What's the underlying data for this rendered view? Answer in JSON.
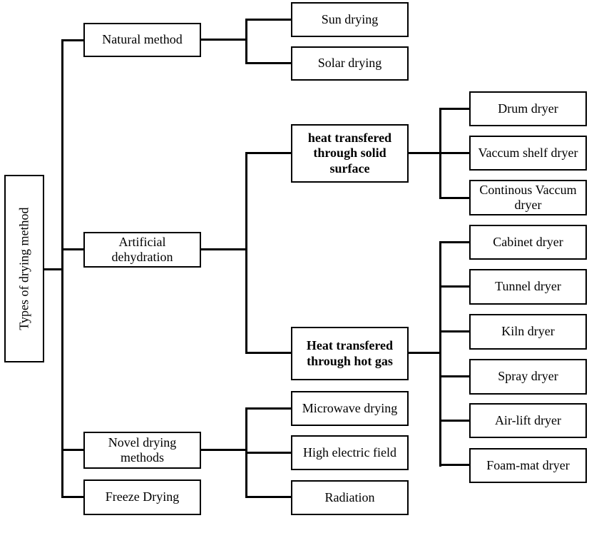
{
  "colors": {
    "background": "#ffffff",
    "line": "#000000",
    "text": "#000000"
  },
  "tree": {
    "label": "Types of drying method",
    "children": [
      {
        "label": "Natural method",
        "children": [
          {
            "label": "Sun drying"
          },
          {
            "label": "Solar drying"
          }
        ]
      },
      {
        "label": "Artificial dehydration",
        "children": [
          {
            "label": "heat transfered through solid surface",
            "bold": true,
            "children": [
              {
                "label": "Drum dryer"
              },
              {
                "label": "Vaccum shelf dryer"
              },
              {
                "label": "Continous Vaccum dryer"
              }
            ]
          },
          {
            "label": "Heat transfered through hot gas",
            "bold": true,
            "children": [
              {
                "label": "Cabinet dryer"
              },
              {
                "label": "Tunnel dryer"
              },
              {
                "label": "Kiln dryer"
              },
              {
                "label": "Spray dryer"
              },
              {
                "label": "Air-lift dryer"
              },
              {
                "label": "Foam-mat dryer"
              }
            ]
          }
        ]
      },
      {
        "label": "Novel drying methods",
        "children": [
          {
            "label": "Microwave drying"
          },
          {
            "label": "High electric field"
          },
          {
            "label": "Radiation"
          }
        ]
      },
      {
        "label": "Freeze Drying"
      }
    ]
  }
}
